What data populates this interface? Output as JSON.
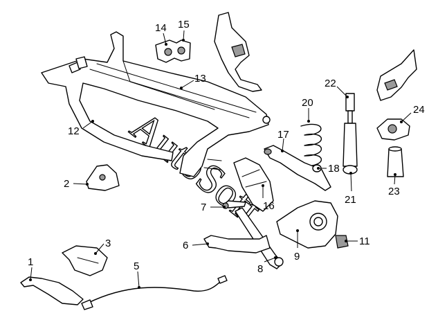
{
  "watermark": "AutoSoft",
  "callouts": [
    {
      "num": "1"
    },
    {
      "num": "2"
    },
    {
      "num": "3"
    },
    {
      "num": "5"
    },
    {
      "num": "6"
    },
    {
      "num": "7"
    },
    {
      "num": "8"
    },
    {
      "num": "9"
    },
    {
      "num": "11"
    },
    {
      "num": "12"
    },
    {
      "num": "13"
    },
    {
      "num": "14"
    },
    {
      "num": "15"
    },
    {
      "num": "16"
    },
    {
      "num": "17"
    },
    {
      "num": "18"
    },
    {
      "num": "20"
    },
    {
      "num": "21"
    },
    {
      "num": "22"
    },
    {
      "num": "23"
    },
    {
      "num": "24"
    }
  ]
}
